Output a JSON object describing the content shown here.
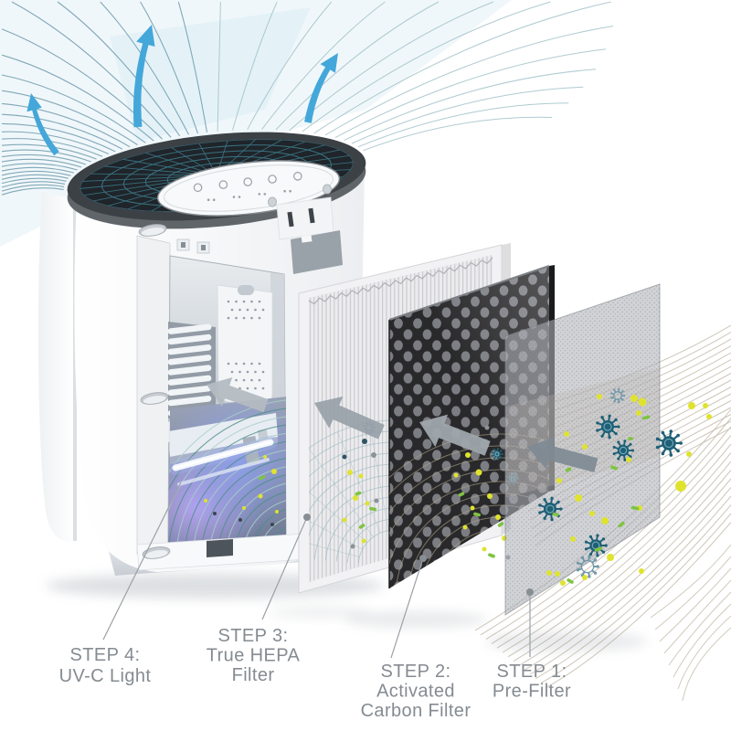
{
  "illustration": {
    "title": "Air purifier 4-stage filtration exploded-view diagram",
    "background": "#ffffff"
  },
  "steps": [
    {
      "id": "step-1",
      "lines": [
        "STEP 1:",
        "Pre-Filter"
      ]
    },
    {
      "id": "step-2",
      "lines": [
        "STEP 2:",
        "Activated",
        "Carbon Filter"
      ]
    },
    {
      "id": "step-3",
      "lines": [
        "STEP 3:",
        "True HEPA",
        "Filter"
      ]
    },
    {
      "id": "step-4",
      "lines": [
        "STEP 4:",
        "UV-C Light"
      ]
    }
  ],
  "colors": {
    "blue_arrow": "#44a7da",
    "airflow_line_left": "#6d9aab",
    "airflow_line_right": "#9cbec5",
    "grille_mesh": "#3d7a8a",
    "grille_dark": "#1f252a",
    "bezel": "#3c4146",
    "label_text": "#858b91",
    "leader": "#9aa0a6",
    "uv_purple": "#a18ce6",
    "uv_blue": "#8a9bee",
    "uv_streamline": "#4e8f86",
    "uv_streamline_light": "#a9cfc6",
    "carbon_dark": "#29292b",
    "carbon_hole": "#7b7d82",
    "hepa_frame": "#f2f2f4",
    "hepa_pleat": "#c8c8cc",
    "prefilter_gray": "#b1b4ba",
    "gray_arrow": "#97a0a8",
    "particle_yellow": "#dfe32e",
    "particle_green": "#7fc342",
    "particle_virus": "#1f6076",
    "particle_virus_outline": "#6f97a8",
    "contour_tan": "#c2b8a6",
    "hepa_swirl": "#8fb5bc",
    "carbon_swirl": "#b3a68a"
  },
  "icons": {
    "airflow_up_arrow": "curved solid blue arrow",
    "airflow_left_arrow": "solid gray block arrow",
    "virus_particle": "spiked dark-teal circle",
    "pollen_particle": "yellow dot",
    "bacteria_particle": "green rounded rod",
    "control_buttons": "small ring and dot glyphs on top panel"
  }
}
